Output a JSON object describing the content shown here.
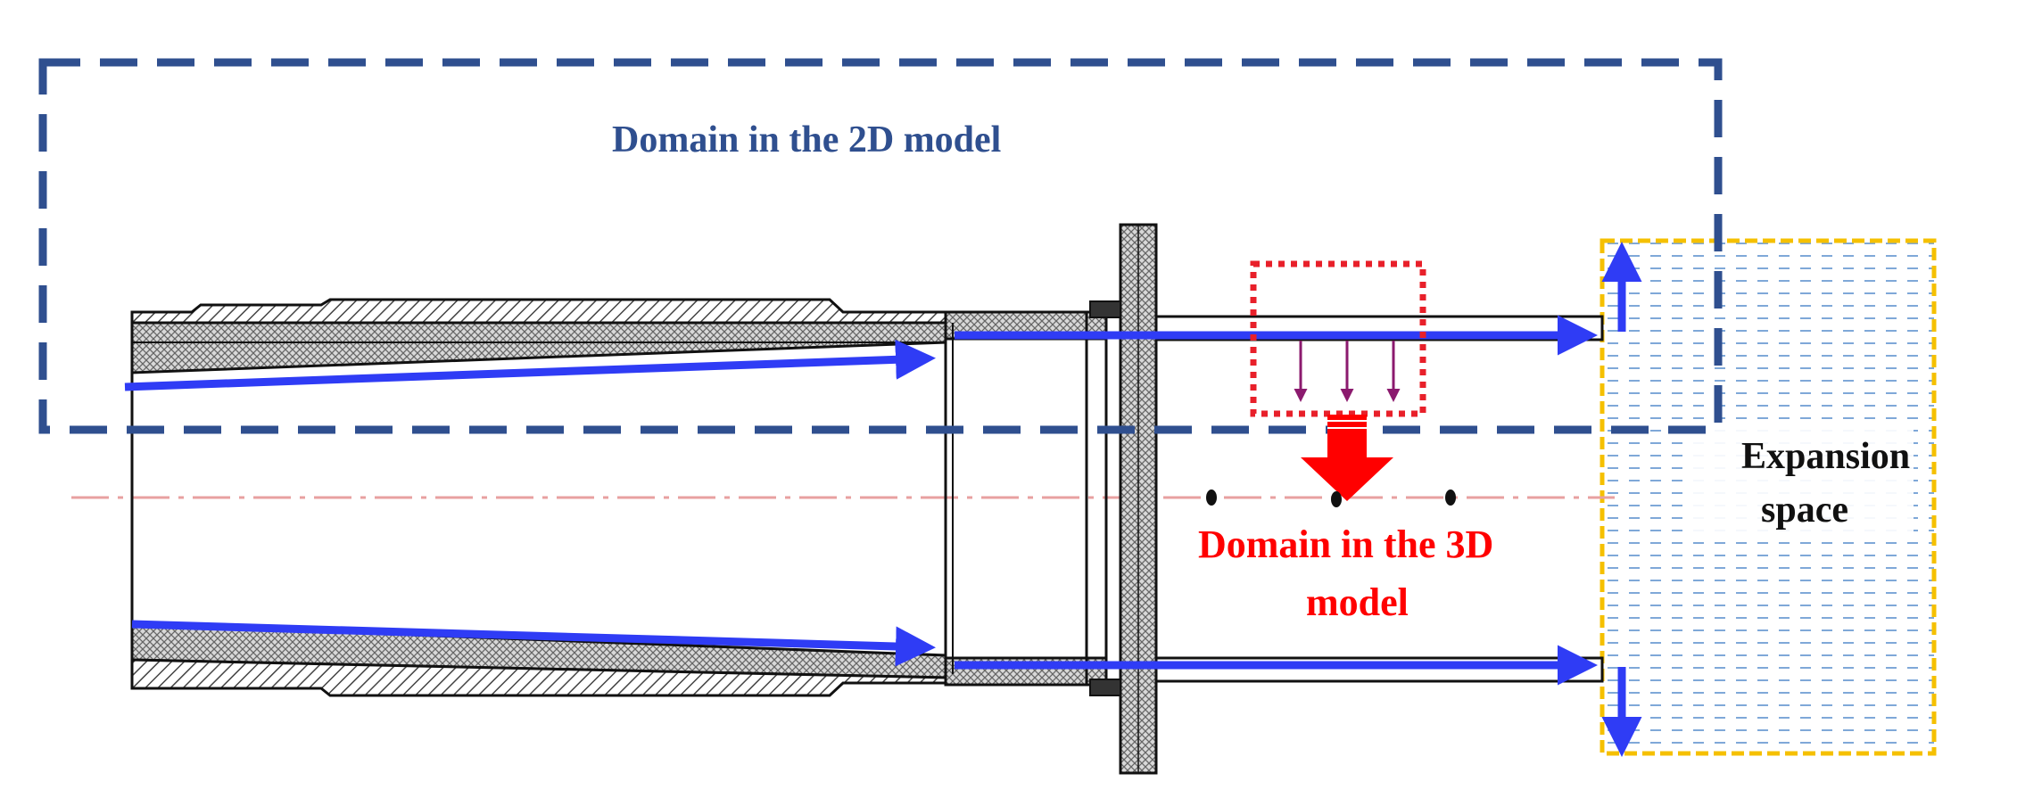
{
  "labels": {
    "domain_2d": "Domain in the 2D model",
    "domain_3d_line1": "Domain in the 3D",
    "domain_3d_line2": "model",
    "expansion_line1": "Expansion",
    "expansion_line2": "space"
  },
  "colors": {
    "domain_2d_box": "#2f4f8f",
    "domain_3d_box": "#e8202a",
    "domain_3d_arrow": "#ff0000",
    "flow_arrows": "#2f3cf5",
    "load_arrows": "#8b1a6e",
    "expansion_border": "#f5c000",
    "expansion_fill": "#7fa8d8",
    "axis_line": "#e8a0a0",
    "structure": "#111111"
  }
}
